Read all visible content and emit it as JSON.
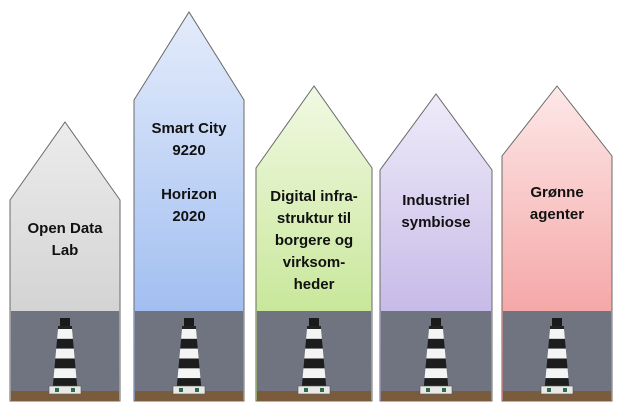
{
  "pillars": [
    {
      "label": "Open Data\nLab",
      "color": "#c8c8c8",
      "top_color": "#ececec",
      "icon": "lighthouse-icon"
    },
    {
      "label": "Smart City\n9220\n\nHorizon\n2020",
      "color": "#8eb1ee",
      "top_color": "#e4ecfb",
      "icon": "lighthouse-icon"
    },
    {
      "label": "Digital infra-\nstruktur til\nborgere og\nvirksom-\nheder",
      "color": "#b9e07e",
      "top_color": "#f1f9e3",
      "icon": "lighthouse-icon"
    },
    {
      "label": "Industriel\nsymbiose",
      "color": "#b6a7e0",
      "top_color": "#efebf9",
      "icon": "lighthouse-icon"
    },
    {
      "label": "Grønne\nagenter",
      "color": "#f28e8e",
      "top_color": "#fde8e8",
      "icon": "lighthouse-icon"
    }
  ],
  "colors": {
    "photo_sky": "#6f7480",
    "photo_ground": "#7a5c3c"
  }
}
